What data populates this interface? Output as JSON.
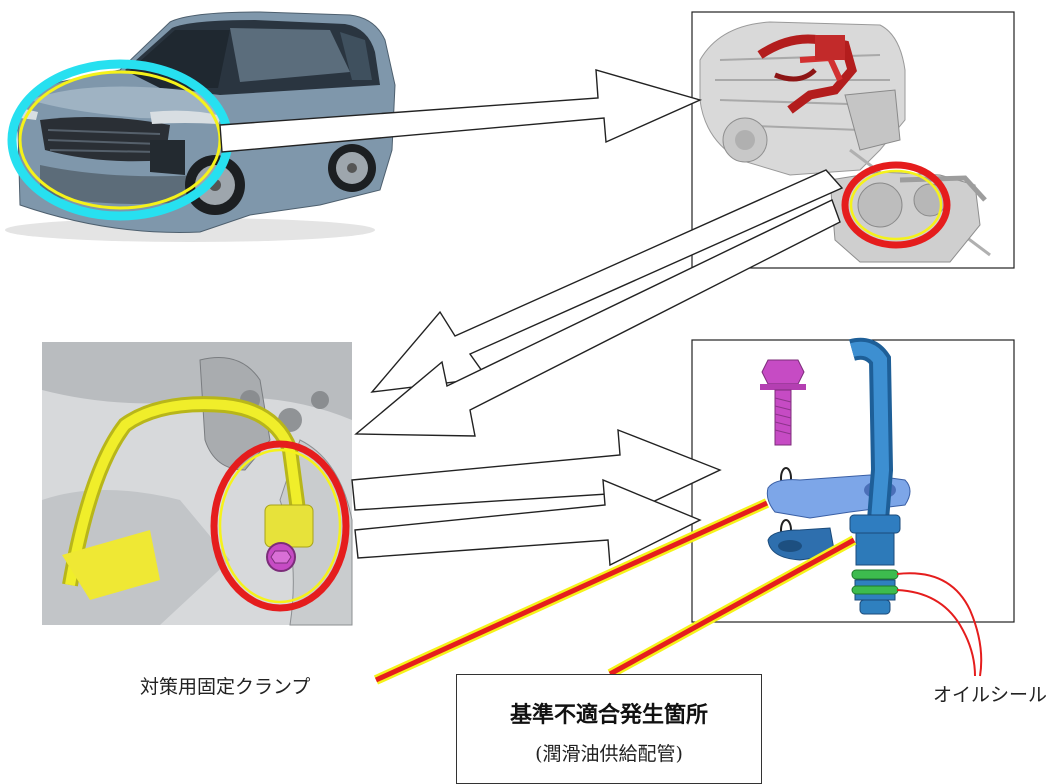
{
  "labels": {
    "clamp": "対策用固定クランプ",
    "defect_title": "基準不適合発生箇所",
    "defect_subtitle": "(潤滑油供給配管)",
    "oil_seal": "オイルシール"
  },
  "colors": {
    "highlight_cyan": "#27e0f0",
    "highlight_red": "#e51d1d",
    "highlight_yellow": "#f5f21a",
    "car_body": "#7f97ab",
    "bolt_purple": "#c64bc4",
    "pipe_blue": "#2e7fbf",
    "clamp_lightblue": "#7da6e8",
    "seal_green": "#3dbb4e",
    "engine_red": "#b31d1d"
  },
  "icons": [
    "car-image",
    "engine-image",
    "turbo-closeup-image",
    "parts-exploded-image"
  ]
}
